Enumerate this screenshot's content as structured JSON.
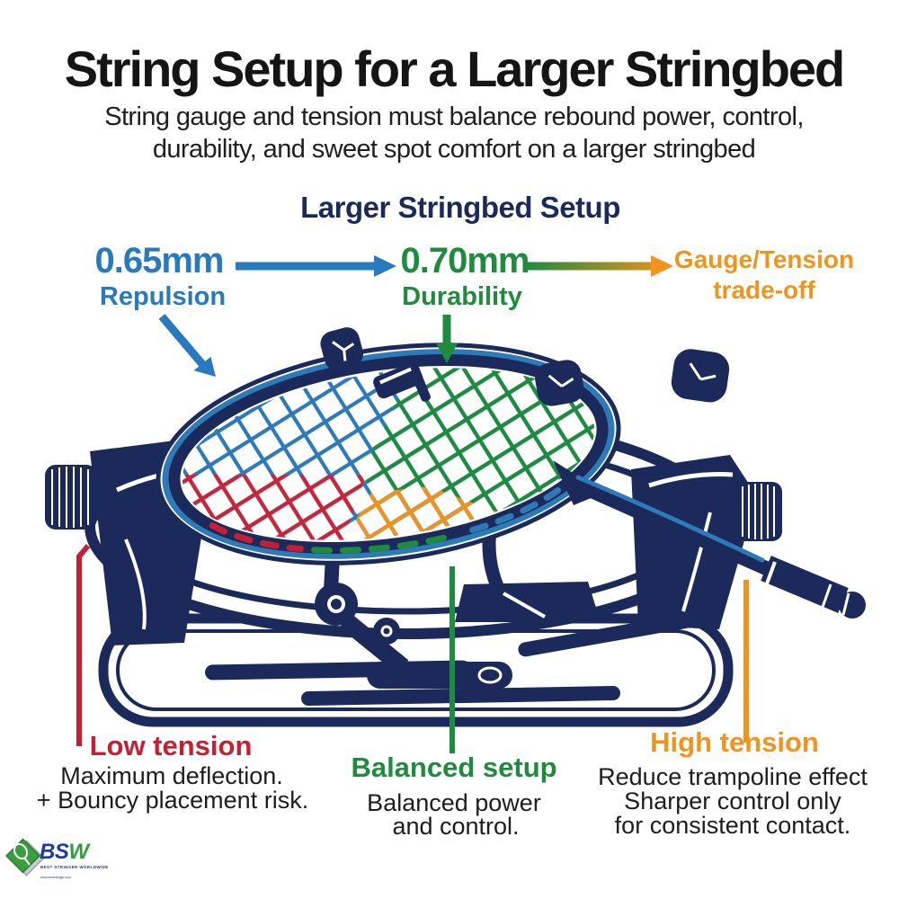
{
  "title": "String Setup for a Larger Stringbed",
  "subtitle": {
    "line1": "String gauge and tension must balance rebound power, control,",
    "line2": "durability, and sweet spot comfort on a larger stringbed"
  },
  "setup": {
    "heading": "Larger Stringbed Setup",
    "steps": [
      {
        "value": "0.65mm",
        "label": "Repulsion",
        "color": "#2879bd"
      },
      {
        "value": "0.70mm",
        "label": "Durability",
        "color": "#1e8b3e"
      },
      {
        "value_line1": "Gauge/Tension",
        "value_line2": "trade-off",
        "color": "#f0941d"
      }
    ]
  },
  "callouts": [
    {
      "title": "Low tension",
      "color": "#c41f33",
      "lines": [
        "Maximum deflection.",
        "+ Bouncy placement risk."
      ]
    },
    {
      "title": "Balanced setup",
      "color": "#1e8b3e",
      "lines": [
        "Balanced power",
        "and control."
      ]
    },
    {
      "title": "High tension",
      "color": "#f0941d",
      "lines": [
        "Reduce trampoline effect",
        "Sharper control only",
        "for consistent contact."
      ]
    }
  ],
  "logo": {
    "name_prefix": "BS",
    "name_suffix": "W",
    "tagline": "BEST STRINGER WORLDWIDE",
    "website": "www.beststringer.com"
  },
  "icons": {
    "flow_arrow_1": "arrow-right",
    "flow_arrow_2": "arrow-right-gradient",
    "repulsion_pointer": "arrow-down-right",
    "durability_pointer": "arrow-down",
    "logo_mark": "diamond-shuttle"
  },
  "colors": {
    "navy": "#1b2a5a",
    "blue": "#2879bd",
    "string_blue": "#2e7ab8",
    "green": "#1e8b3e",
    "orange": "#f0941d",
    "red": "#c41f33"
  }
}
